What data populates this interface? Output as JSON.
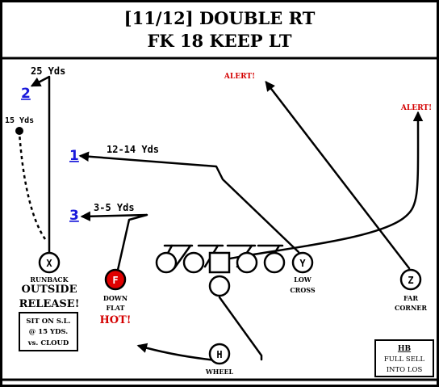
{
  "header": {
    "line1": "[11/12] DOUBLE RT",
    "line2": "FK 18 KEEP LT"
  },
  "colors": {
    "alert": "#d40000",
    "hot_player_fill": "#e00000",
    "progression_number": "#1a1adb",
    "ink": "#000000"
  },
  "players": {
    "x": {
      "letter": "X",
      "tag": "RUNBACK"
    },
    "f": {
      "letter": "F",
      "tag1": "DOWN",
      "tag2": "FLAT"
    },
    "y": {
      "letter": "Y",
      "tag1": "LOW",
      "tag2": "CROSS"
    },
    "z": {
      "letter": "Z",
      "tag1": "FAR",
      "tag2": "CORNER"
    },
    "h": {
      "letter": "H",
      "tag": "WHEEL"
    }
  },
  "route_labels": {
    "x_depth": "25 Yds",
    "x_runback_depth": "15 Yds",
    "y_depth": "12-14 Yds",
    "f_depth": "3-5 Yds"
  },
  "progression": {
    "first": "1",
    "second": "2",
    "third": "3"
  },
  "alerts": {
    "left": "ALERT!",
    "right": "ALERT!"
  },
  "notes": {
    "outside": "OUTSIDE",
    "release": "RELEASE!",
    "box_line1": "SIT ON S.L.",
    "box_line2": "@ 15 YDS.",
    "box_line3": "vs. CLOUD",
    "hot": "HOT!",
    "hb_title": "HB",
    "hb_line1": "FULL SELL",
    "hb_line2": "INTO LOS"
  }
}
